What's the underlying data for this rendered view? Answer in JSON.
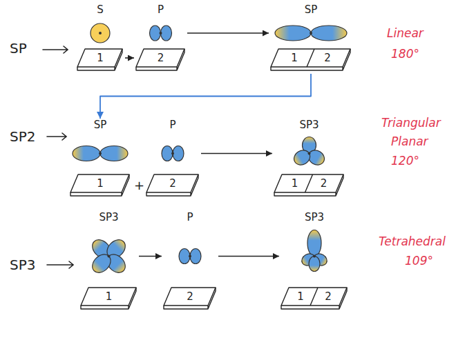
{
  "diagram": {
    "nodes": [
      {
        "text": [
          "S",
          "1"
        ]
      },
      {
        "text": [
          "P",
          "2"
        ]
      },
      {
        "text": [
          "SP",
          "1",
          "2"
        ]
      },
      {
        "text": [
          "SP",
          "1"
        ]
      },
      {
        "text": [
          "P",
          "2"
        ]
      },
      {
        "text": [
          "SP3",
          "1",
          "2"
        ]
      },
      {
        "text": [
          "SP3",
          "1"
        ]
      },
      {
        "text": [
          "P",
          "2"
        ]
      },
      {
        "text": [
          "SP3",
          "1",
          "2"
        ]
      }
    ],
    "edges": [
      {
        "from": 0,
        "to": 1,
        "arrow": "to"
      },
      {
        "from": 1,
        "to": 2,
        "arrow": "to"
      },
      {
        "from": 2,
        "to": 3,
        "arrow": "to"
      },
      {
        "from": 4,
        "to": 5,
        "arrow": "to"
      },
      {
        "from": 6,
        "to": 7,
        "arrow": "to"
      },
      {
        "from": 7,
        "to": 8,
        "arrow": "to"
      }
    ],
    "labels": [
      "SP",
      "SP2",
      "SP3",
      "+",
      "Linear",
      "180°",
      "Triangular",
      "Planar",
      "120°",
      "Tetrahedral",
      "109°"
    ]
  }
}
